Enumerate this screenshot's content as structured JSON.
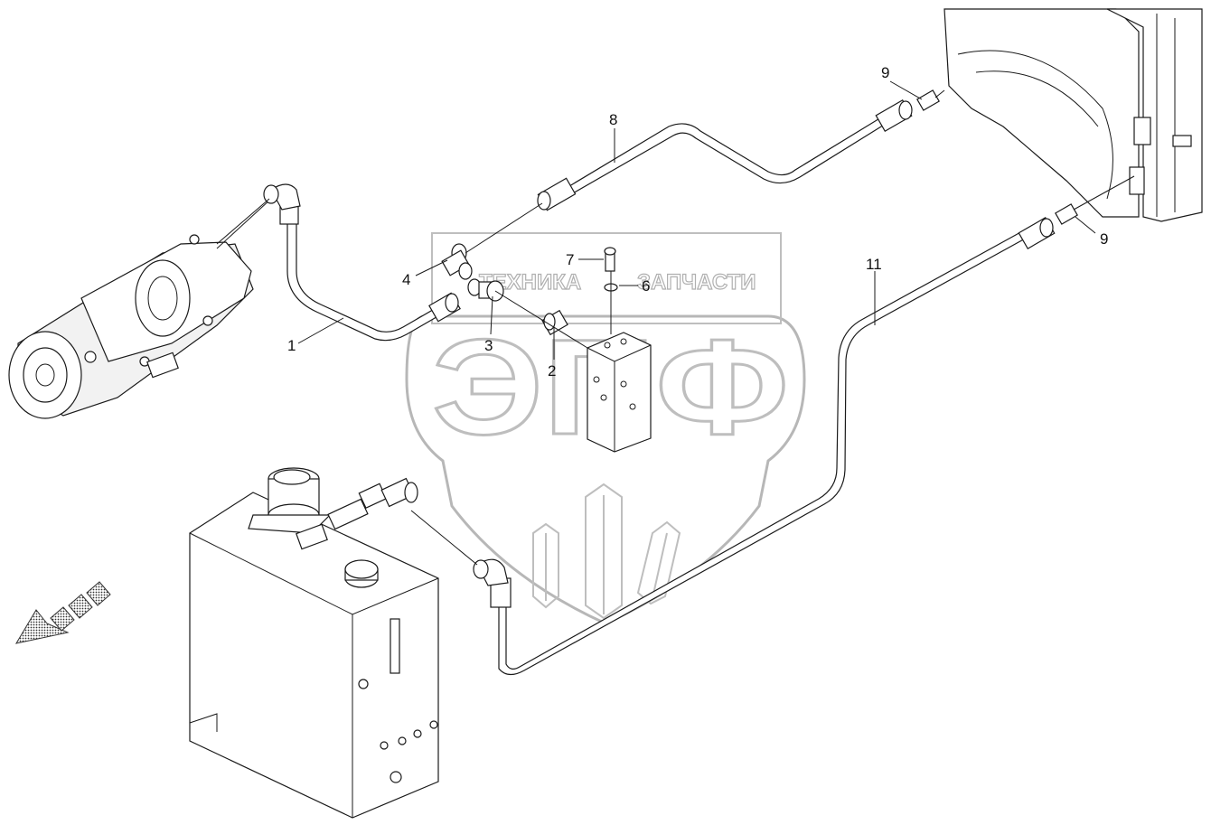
{
  "watermark": {
    "line1_left": "ТЕХНИКА",
    "line1_right": "ЗАПЧАСТИ",
    "logo": "ЭПФ"
  },
  "callouts": {
    "c1": "1",
    "c2": "2",
    "c3": "3",
    "c4": "4",
    "c6": "6",
    "c7": "7",
    "c8": "8",
    "c9a": "9",
    "c9b": "9",
    "c11": "11"
  },
  "icons": {
    "direction_arrow": "forward-direction-arrow-icon"
  }
}
